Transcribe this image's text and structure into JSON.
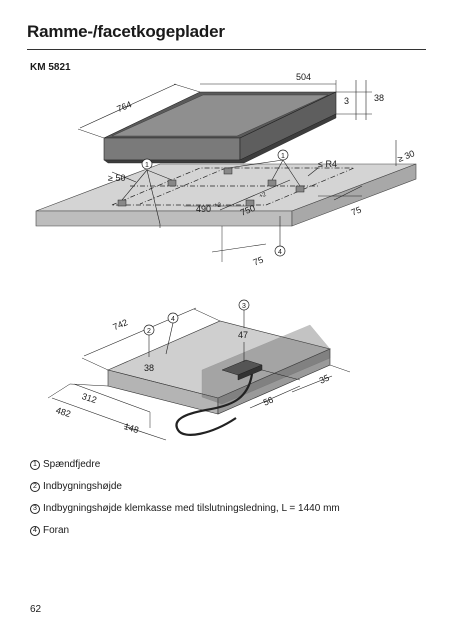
{
  "title": "Ramme-/facetkogeplader",
  "model": "KM 5821",
  "diagram_top": {
    "dim_width": "764",
    "dim_depth": "504",
    "dim_frame": "3",
    "dim_height": "38",
    "dim_min_edge_left": "≥ 50",
    "dim_radius": "≤ R4",
    "dim_min_edge_right": "≥ 30",
    "dim_cutout_width": "750",
    "dim_cutout_width_tol": "+2",
    "dim_cutout_depth": "490",
    "dim_cutout_depth_tol": "+2",
    "dim_75_right": "75",
    "dim_75_front": "75",
    "marker_1a": "1",
    "marker_1b": "1",
    "marker_4": "4"
  },
  "diagram_bottom": {
    "dim_742": "742",
    "dim_47": "47",
    "dim_38": "38",
    "dim_312": "312",
    "dim_482": "482",
    "dim_148": "148",
    "dim_56": "56",
    "dim_35": "35",
    "marker_2": "2",
    "marker_3": "3",
    "marker_4": "4"
  },
  "legend": [
    {
      "marker": "1",
      "text": "Spændfjedre"
    },
    {
      "marker": "2",
      "text": "Indbygningshøjde"
    },
    {
      "marker": "3",
      "text": "Indbygningshøjde klemkasse med tilslutningsledning, L = 1440 mm"
    },
    {
      "marker": "4",
      "text": "Foran"
    }
  ],
  "page_number": "62",
  "colors": {
    "glass_top": "#8c8c8c",
    "frame": "#4a4a4a",
    "worktop_top": "#d4d4d4",
    "worktop_front": "#b9b9b9",
    "unit_top": "#cccccc",
    "unit_side": "#b0b0b0"
  }
}
